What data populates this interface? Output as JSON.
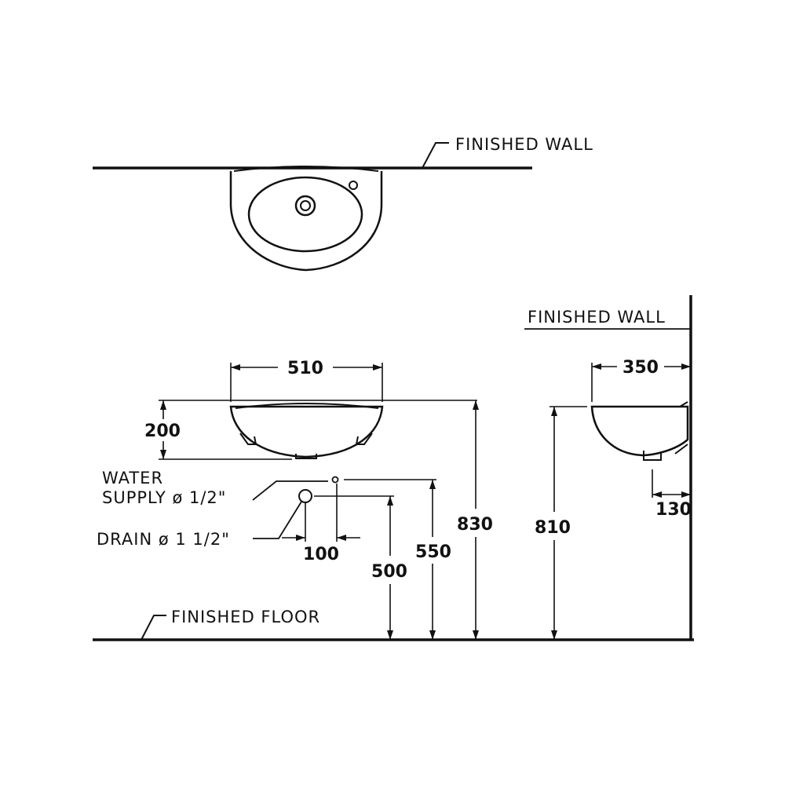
{
  "labels": {
    "finished_wall_top": "FINISHED  WALL",
    "finished_wall_side": "FINISHED  WALL",
    "finished_floor": "FINISHED  FLOOR",
    "water_supply_line1": "WATER",
    "water_supply_line2": "SUPPLY ø 1/2\"",
    "drain": "DRAIN  ø 1  1/2\""
  },
  "dimensions": {
    "width_front": "510",
    "height_basin": "200",
    "depth_side": "350",
    "height_rim_front": "830",
    "height_rim_side": "810",
    "height_supply": "550",
    "height_drain": "500",
    "offset_supply_drain": "100",
    "offset_trap_wall": "130"
  },
  "colors": {
    "line": "#111111",
    "background": "#ffffff"
  }
}
